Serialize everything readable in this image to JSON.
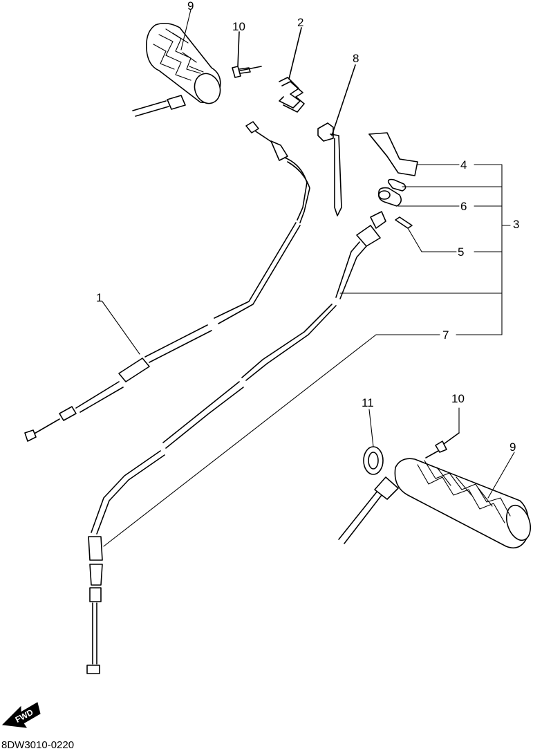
{
  "callouts": [
    "1",
    "2",
    "3",
    "4",
    "5",
    "6",
    "7",
    "8",
    "9",
    "10",
    "11"
  ],
  "direction_arrow": "FWD",
  "diagram_code": "8DW3010-0220"
}
